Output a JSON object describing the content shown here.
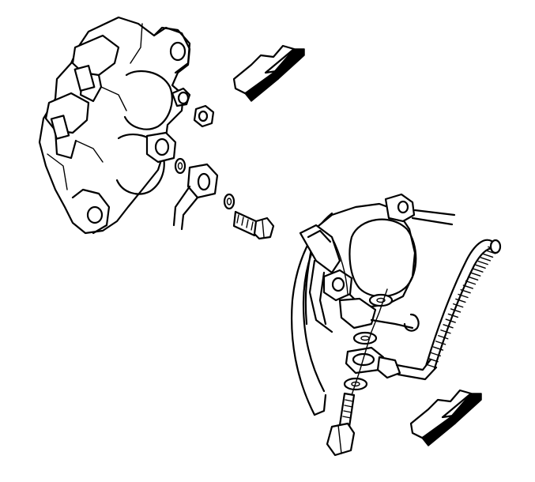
{
  "figure": {
    "background": "#ffffff",
    "line_color": "#000000",
    "parts": [
      "caliper-assembly",
      "caliper-bleeder-valve",
      "brake-hose-fitting",
      "brake-hose-bolt",
      "copper-washers",
      "knuckle-mounted-caliper",
      "parking-brake-cable",
      "direction-arrow-upper",
      "direction-arrow-lower"
    ]
  }
}
